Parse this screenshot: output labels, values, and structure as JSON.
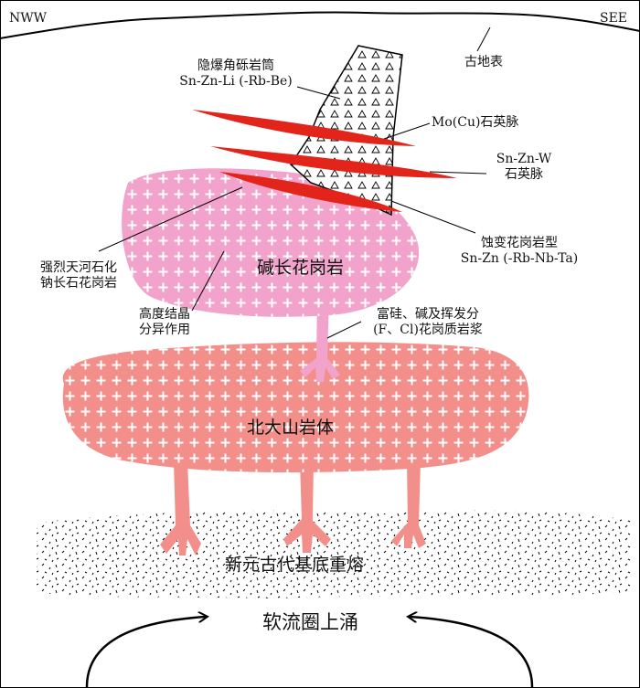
{
  "directions": {
    "left": "NWW",
    "right": "SEE"
  },
  "labels": {
    "paleosurface": "古地表",
    "breccia_pipe_line1": "隐爆角砾岩筒",
    "breccia_pipe_line2": "Sn-Zn-Li (-Rb-Be)",
    "mo_vein": "Mo(Cu)石英脉",
    "snznw_line1": "Sn-Zn-W",
    "snznw_line2": "石英脉",
    "altered_line1": "蚀变花岗岩型",
    "altered_line2": "Sn-Zn (-Rb-Nb-Ta)",
    "albite_line1": "强烈天河石化",
    "albite_line2": "钠长石花岗岩",
    "alkali_granite": "碱长花岗岩",
    "crystallization_line1": "高度结晶",
    "crystallization_line2": "分异作用",
    "magma_line1": "富硅、碱及挥发分",
    "magma_line2": "(F、Cl)花岗质岩浆",
    "batholith": "北大山岩体",
    "remelting": "新元古代基底重熔",
    "upwelling": "软流圈上涌"
  },
  "colors": {
    "upper_granite": "#f2a3cc",
    "batholith": "#f28f8b",
    "veins": "#e3241b",
    "outline": "#000000"
  }
}
